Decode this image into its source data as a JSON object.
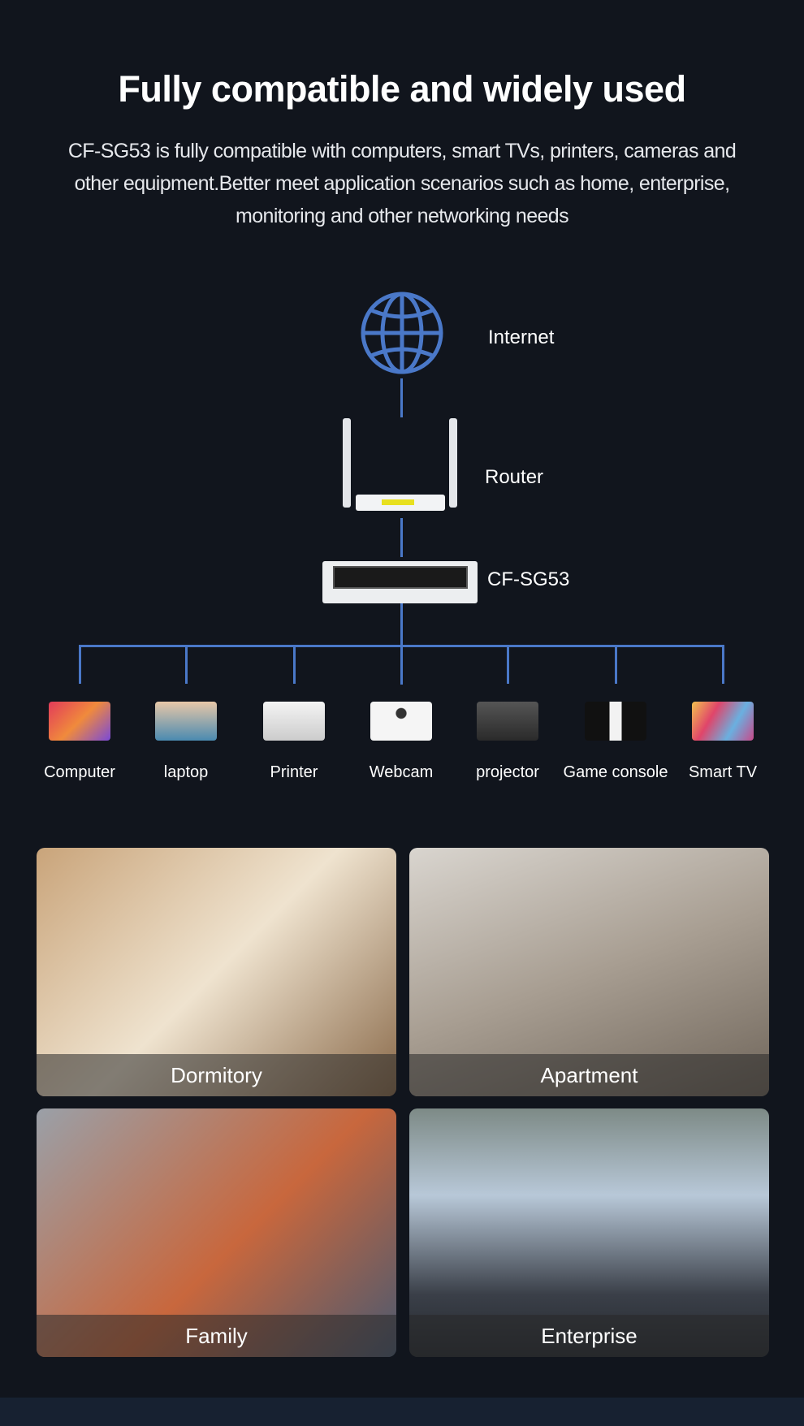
{
  "header": {
    "title": "Fully compatible and widely used",
    "description_lines": [
      "CF-SG53 is fully compatible with computers, smart TVs, printers, cameras and",
      "other equipment.Better meet application scenarios such as home, enterprise,",
      "monitoring and other networking needs"
    ]
  },
  "topology": {
    "internet": "Internet",
    "router": "Router",
    "switch": "CF-SG53",
    "devices": [
      "Computer",
      "laptop",
      "Printer",
      "Webcam",
      "projector",
      "Game console",
      "Smart TV"
    ]
  },
  "scenarios": [
    "Dormitory",
    "Apartment",
    "Family",
    "Enterprise"
  ],
  "colors": {
    "background": "#11151d",
    "accent": "#4a78c8"
  }
}
